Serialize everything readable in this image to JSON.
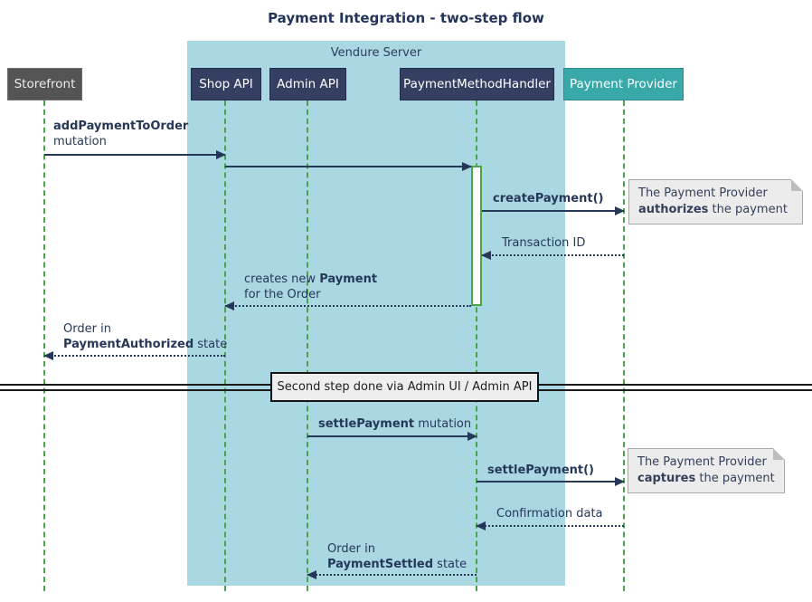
{
  "title": "Payment Integration - two-step flow",
  "diagram_type": "sequence",
  "frame": {
    "label": "Vendure Server"
  },
  "participants": [
    {
      "id": "storefront",
      "label": "Storefront",
      "type": "external-client"
    },
    {
      "id": "shop-api",
      "label": "Shop API",
      "type": "vendure-server"
    },
    {
      "id": "admin-api",
      "label": "Admin API",
      "type": "vendure-server"
    },
    {
      "id": "payment-method-handler",
      "label": "PaymentMethodHandler",
      "type": "vendure-server"
    },
    {
      "id": "payment-provider",
      "label": "Payment Provider",
      "type": "external-provider"
    }
  ],
  "messages": {
    "m1": {
      "from": "Storefront",
      "to": "Shop API",
      "style": "solid",
      "bold": "addPaymentToOrder",
      "line2": "mutation"
    },
    "m2": {
      "from": "Shop API",
      "to": "PaymentMethodHandler",
      "style": "solid",
      "label": ""
    },
    "m3": {
      "from": "PaymentMethodHandler",
      "to": "Payment Provider",
      "style": "solid",
      "bold": "createPayment()"
    },
    "m4": {
      "from": "Payment Provider",
      "to": "PaymentMethodHandler",
      "style": "dotted",
      "text": "Transaction ID"
    },
    "m5": {
      "from": "PaymentMethodHandler",
      "to": "Shop API",
      "style": "dotted",
      "line1_pre": "creates new ",
      "line1_bold": "Payment",
      "line2": "for the Order"
    },
    "m6": {
      "from": "Shop API",
      "to": "Storefront",
      "style": "dotted",
      "line1": "Order in",
      "line2_bold": "PaymentAuthorized",
      "line2_rest": " state"
    },
    "m7": {
      "from": "Admin API",
      "to": "PaymentMethodHandler",
      "style": "solid",
      "bold": "settlePayment",
      "rest": " mutation"
    },
    "m8": {
      "from": "PaymentMethodHandler",
      "to": "Payment Provider",
      "style": "solid",
      "bold": "settlePayment()"
    },
    "m9": {
      "from": "Payment Provider",
      "to": "PaymentMethodHandler",
      "style": "dotted",
      "text": "Confirmation data"
    },
    "m10": {
      "from": "PaymentMethodHandler",
      "to": "Admin API",
      "style": "dotted",
      "line1": "Order in",
      "line2_bold": "PaymentSettled",
      "line2_rest": " state"
    }
  },
  "notes": {
    "n1": {
      "line1": "The Payment Provider",
      "bold": "authorizes",
      "rest": " the payment"
    },
    "n2": {
      "line1": "The Payment Provider",
      "bold": "captures",
      "rest": " the payment"
    }
  },
  "divider": {
    "label": "Second step done via Admin UI / Admin API"
  },
  "colors": {
    "frame_background": "#A9D7E2",
    "participant_internal": "#353F62",
    "participant_external": "#545454",
    "participant_provider": "#38A8A8",
    "lifeline_green": "#4AA54A",
    "arrow_navy": "#263858",
    "note_background": "#ECECEC",
    "divider_box_background": "#EEEEEE"
  }
}
